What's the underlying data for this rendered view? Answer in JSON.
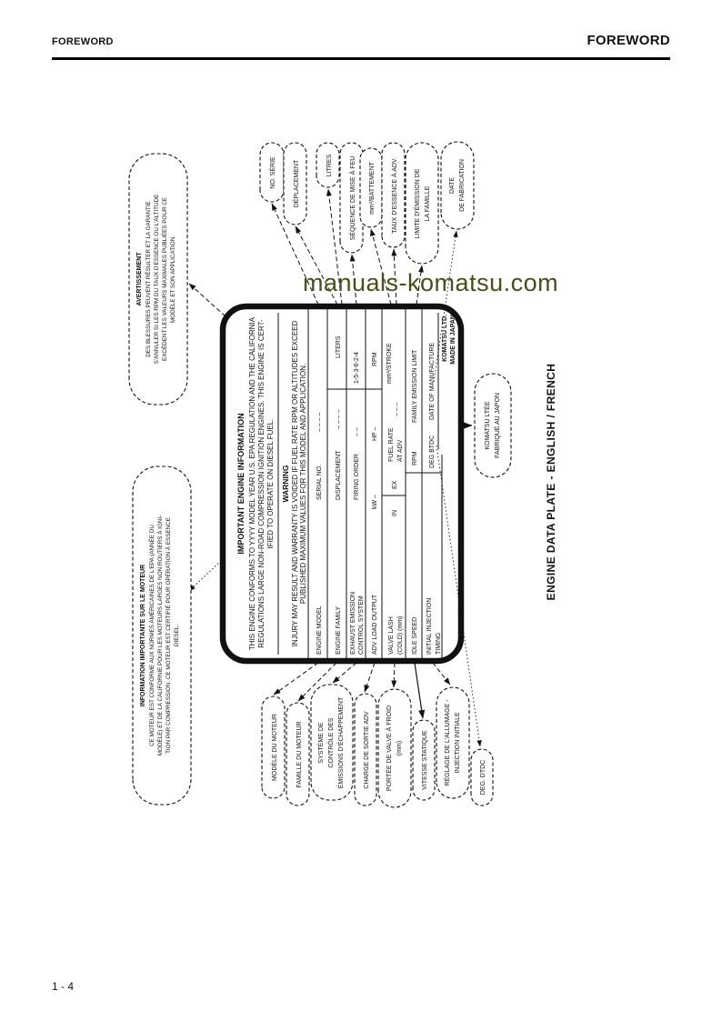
{
  "page": {
    "header_left": "FOREWORD",
    "header_right": "FOREWORD",
    "footer": "1 - 4",
    "watermark": "manuals-komatsu.com",
    "caption": "ENGINE DATA PLATE - ENGLISH / FRENCH"
  },
  "plate": {
    "title": "IMPORTANT ENGINE INFORMATION",
    "para": [
      "THIS ENGINE CONFORMS TO YYYY MODEL YEAR U.S. EPA REGULATION AND THE CALIFORNIA",
      "REGULATIONS LARGE NON-ROAD COMPRESSION IGNITION ENGINES. THIS ENGINE IS CERT-",
      "IFIED TO OPERATE ON DIESEL FUEL."
    ],
    "warning_title": "WARNING",
    "warning": [
      "INJURY MAY RESULT AND WARRANTY IS VOIDED IF FUEL RATE RPM OR ALTITUDES EXCEED",
      "PUBLISHED MAXIMUM VALUES FOR THIS MODEL AND APPLICATION."
    ],
    "table": {
      "engine_model": "ENGINE MODEL",
      "serial_no": "SERIAL NO.",
      "serial_dashes": "– – – –",
      "engine_family": "ENGINE FAMILY",
      "displacement": "DISPLACEMENT",
      "disp_dashes": "– – – –",
      "liters": "LITERS",
      "exhaust_1": "EXHAUST EMISSION",
      "exhaust_2": "CONTROL SYSTEM",
      "firing_order": "FIRING ORDER",
      "firing_dashes": "– –",
      "firing_value": "1-5-3-6-2-4",
      "adv_load": "ADV LOAD OUTPUT",
      "kw": "kW  –",
      "hp": "HP  –",
      "rpm": "RPM",
      "valve_1": "VALVE LASH",
      "valve_2": "(COLD) (mm)",
      "in_label": "IN",
      "ex_label": "EX",
      "fuel_rate_1": "FUEL RATE",
      "fuel_rate_2": "AT ADV",
      "fuel_dashes": "– – –",
      "mm3": "mm³/STROKE",
      "idle_speed": "IDLE SPEED",
      "rpm_2": "RPM",
      "family_limit": "FAMILY EMISSION LIMIT",
      "initial_1": "INITIAL INJECTION",
      "initial_2": "TIMING",
      "deg_btdc": "DEG BTDC",
      "date_mfg": "DATE OF MANUFACTURE"
    },
    "maker": [
      "KOMATSU LTD.",
      "MADE IN JAPAN"
    ]
  },
  "callouts": {
    "no_serie": {
      "lines": [
        "NO. SÉRIE"
      ]
    },
    "deplacement": {
      "lines": [
        "DÉPLACEMENT"
      ]
    },
    "litres": {
      "lines": [
        "LITRES"
      ]
    },
    "sequence": {
      "lines": [
        "SÉQUENCE DE MISE À FEU"
      ]
    },
    "battement": {
      "lines": [
        "mm³/BATTEMENT"
      ]
    },
    "taux": {
      "lines": [
        "TAUX D'ESSENCE À ADV."
      ]
    },
    "limite": {
      "lines": [
        "LIMITE D'ÉMISSION DE",
        "LA FAMILLE"
      ]
    },
    "date_fabrication": {
      "lines": [
        "DATE",
        "DE FABRICATION"
      ]
    },
    "avertissement": {
      "lines": [
        "AVERTISSEMENT",
        "DES BLESSURES PEUVENT RÉSULTER ET LA GARANTIE",
        "S'ANNULER SI LES RPM DU TAUX D'ESSENCE OU L'ALTITUDE",
        "EXCÈDENT LES VALEURS MAXIMALES PUBLIÉES POUR CE",
        "MODÈLE ET SON APPLICATION."
      ]
    },
    "information": {
      "lines": [
        "INFORMATION IMPORTANTE SUR LE MOTEUR",
        "CE MOTEUR EST CONFORME AUX NORMES AMÉRICAINES DE L'EPA (ANNÉE DU",
        "MODÈLE) ET DE LA CALIFORNIE POUR LES MOTEURS LARGES NON ROUTIERS À IGNI-",
        "TION PAR COMPRESSION. CE MOTEUR EST CERTIFIÉ POUR OPÉRATION À ESSENCE",
        "DIESEL."
      ]
    },
    "modele": {
      "lines": [
        "MODÈLE DU MOTEUR"
      ]
    },
    "famille": {
      "lines": [
        "FAMILLE DU MOTEUR"
      ]
    },
    "systeme": {
      "lines": [
        "SYSTÈME DE",
        "CONTRÔLE DES",
        "ÉMISSIONS D'ÉCHAPPEMENT"
      ]
    },
    "charge": {
      "lines": [
        "CHARGE DE SORTIE ADV"
      ]
    },
    "portee": {
      "lines": [
        "PORTÉE DE VALVE À FROID",
        "(mm)"
      ]
    },
    "vitesse": {
      "lines": [
        "VITESSE STATIQUE"
      ]
    },
    "reglage": {
      "lines": [
        "RÉGLAGE DE L'ALLUMAGE -",
        "INJECTION INITIALE"
      ]
    },
    "deg_dtdc": {
      "lines": [
        "DEG. DTDC"
      ]
    },
    "komatsu_ltee": {
      "lines": [
        "KOMATSU LTÉE",
        "FABRIQUÉ AU JAPON"
      ]
    }
  },
  "colors": {
    "watermark": "#4d4d1a",
    "ink": "#111111"
  }
}
